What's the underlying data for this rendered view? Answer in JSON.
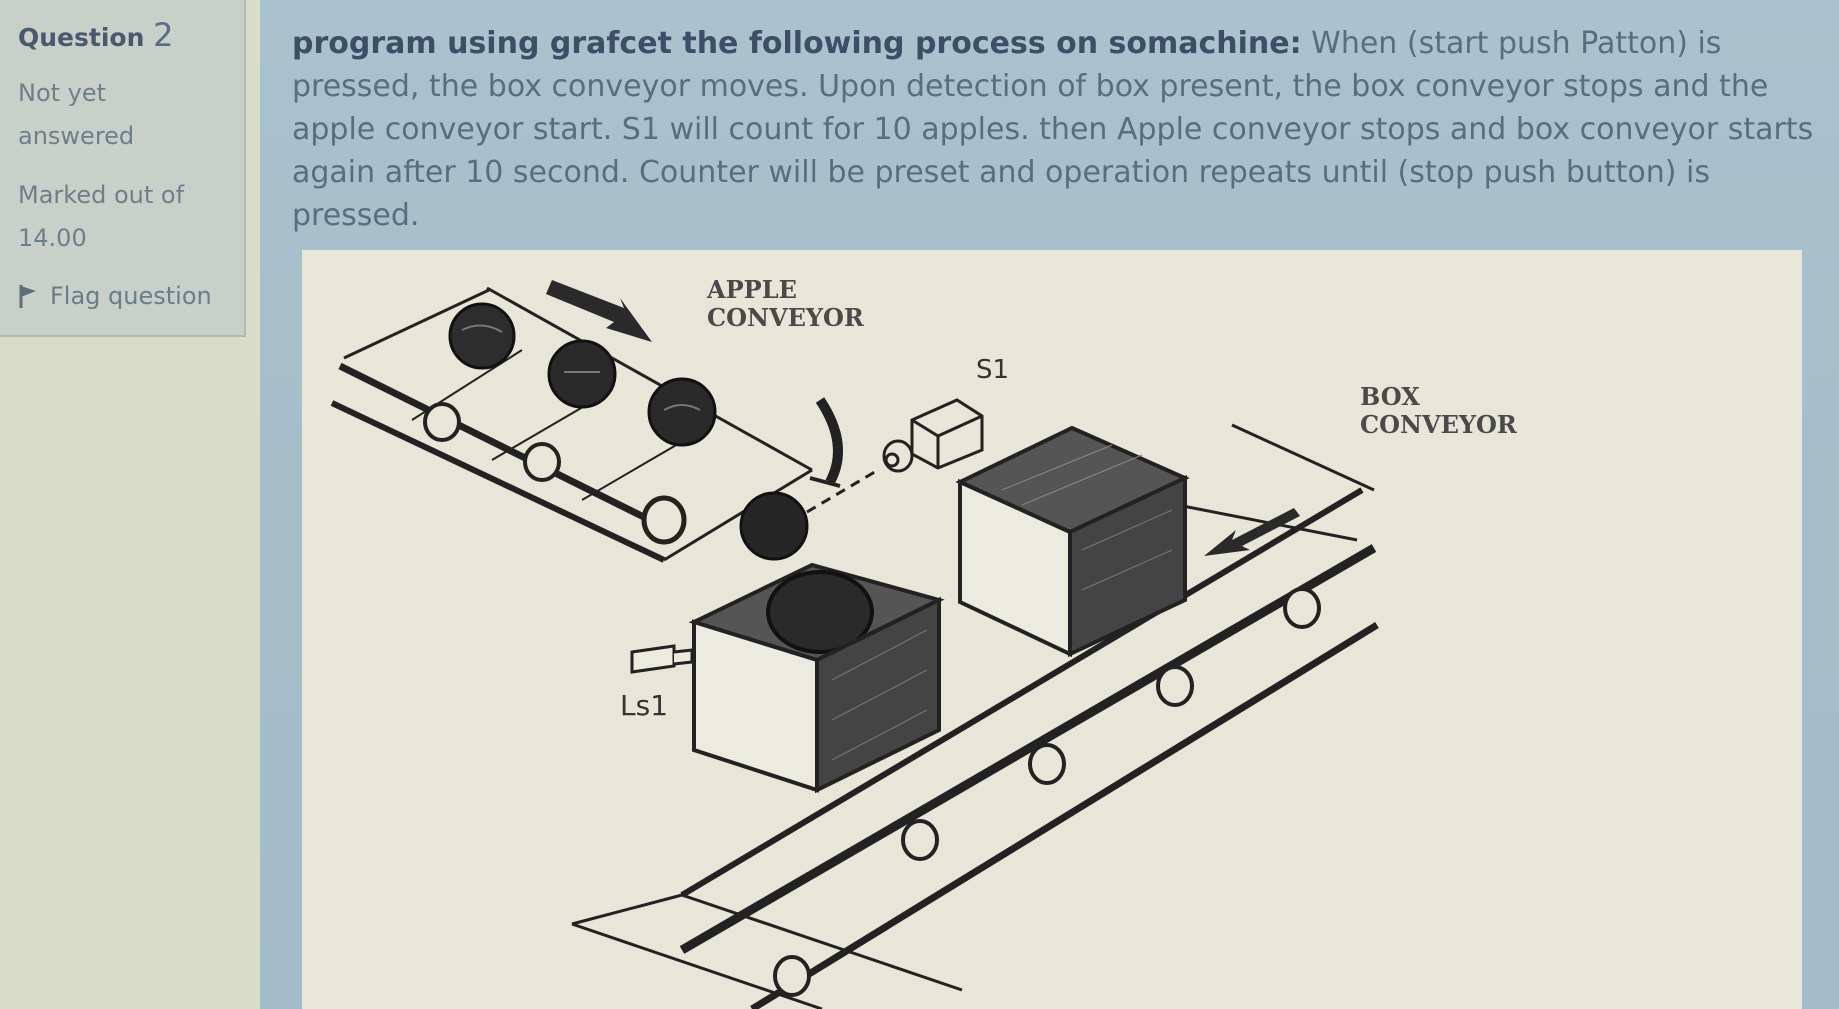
{
  "info": {
    "question_label": "Question",
    "question_number": "2",
    "status_line1": "Not yet",
    "status_line2": "answered",
    "marked_line1": "Marked out of",
    "marked_line2": "14.00",
    "flag_label": "Flag question"
  },
  "question": {
    "bold_text": "program using grafcet the following process on somachine:",
    "body_text": " When (start push Patton) is pressed, the box conveyor moves. Upon detection of box present, the box conveyor stops and the apple conveyor start. S1 will count for 10 apples. then Apple conveyor stops and box conveyor starts again after 10 second. Counter will be preset and operation repeats until (stop push button) is pressed."
  },
  "figure": {
    "apple_label_line1": "APPLE",
    "apple_label_line2": "CONVEYOR",
    "sensor_label": "S1",
    "box_label_line1": "BOX",
    "box_label_line2": "CONVEYOR",
    "limit_switch_label": "Ls1"
  }
}
